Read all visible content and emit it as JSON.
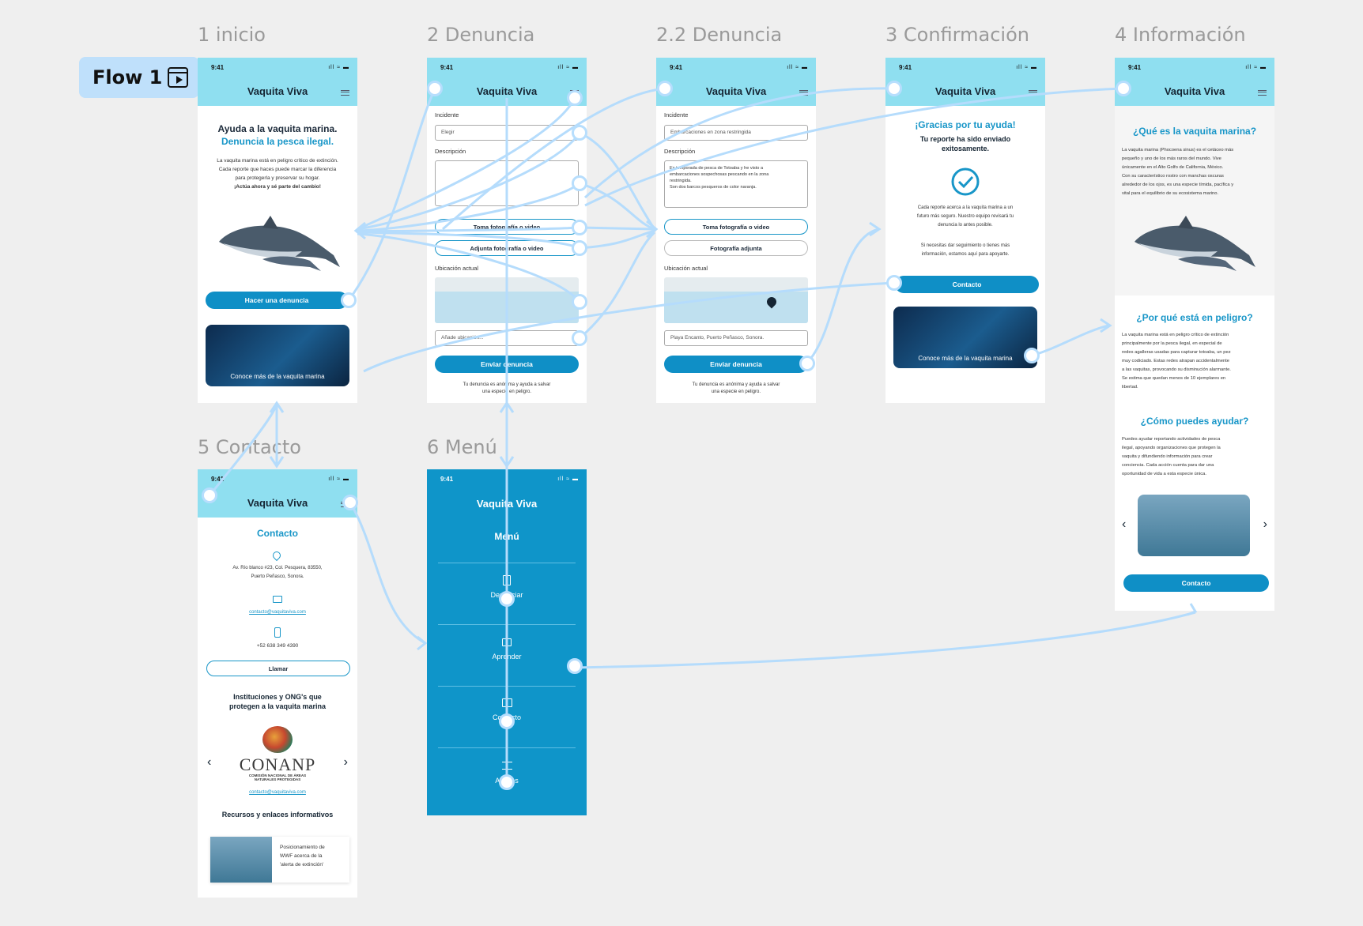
{
  "flow": {
    "label": "Flow 1",
    "icon": "play-frame-icon"
  },
  "frames": {
    "inicio": "1 inicio",
    "denuncia": "2 Denuncia",
    "denuncia2": "2.2 Denuncia",
    "confirmacion": "3 Confirmación",
    "informacion": "4 Información",
    "contacto": "5 Contacto",
    "menu": "6 Menú"
  },
  "app": {
    "time": "9:41",
    "signal": "ıll ≈ ▬",
    "title": "Vaquita Viva"
  },
  "inicio": {
    "heading1": "Ayuda a la vaquita marina.",
    "heading2": "Denuncia la pesca ilegal.",
    "body1": "La vaquita marina está en peligro crítico de extinción.",
    "body2": "Cada reporte que haces puede marcar la diferencia",
    "body3": "para protegerla y preservar su hogar.",
    "body4": "¡Actúa ahora y sé parte del cambio!",
    "cta": "Hacer una denuncia",
    "card": "Conoce más de la vaquita marina"
  },
  "denuncia": {
    "incidente": "Incidente",
    "select": "Elegir",
    "descripcion": "Descripción",
    "photo_btn": "Toma fotografía o video",
    "attach_btn": "Adjunta fotografía o video",
    "ubicacion": "Ubicación actual",
    "address_placeholder": "Añade ubicación...",
    "submit": "Enviar denuncia",
    "footer1": "Tu denuncia es anónima y ayuda a salvar",
    "footer2": "una especie en peligro."
  },
  "denuncia2": {
    "select": "Embarcaciones en zona restringida",
    "desc1": "Es temporada de pesca de Totoaba y he visto a",
    "desc2": "embarcaciones sospechosas pescando en la zona",
    "desc3": "restringida.",
    "desc4": "Son dos barcos pesqueros de color naranja.",
    "attached": "Fotografía adjunta",
    "address": "Playa Encanto, Puerto Peñasco, Sonora."
  },
  "confirmacion": {
    "title": "¡Gracias por tu ayuda!",
    "sub1": "Tu reporte ha sido enviado",
    "sub2": "exitosamente.",
    "b1": "Cada reporte acerca a la vaquita marina a un",
    "b2": "futuro más seguro. Nuestro equipo revisará tu",
    "b3": "denuncia lo antes posible.",
    "b4": "Si necesitas dar seguimiento o tienes más",
    "b5": "información, estamos aquí para apoyarte.",
    "cta": "Contacto",
    "card": "Conoce más de la vaquita marina"
  },
  "informacion": {
    "q1": "¿Qué es la vaquita marina?",
    "a1": [
      "La vaquita marina (Phocoena sinus) es el cetáceo más",
      "pequeño y uno de los más raros del mundo. Vive",
      "únicamente en el Alto Golfo de California, México.",
      "Con su característico rostro con manchas oscuras",
      "alrededor de los ojos, es una especie tímida, pacífica y",
      "vital para el equilibrio de su ecosistema marino."
    ],
    "q2": "¿Por qué está en peligro?",
    "a2": [
      "La vaquita marina está en peligro crítico de extinción",
      "principalmente por la pesca ilegal, en especial de",
      "redes agalleras usadas para capturar totoaba, un pez",
      "muy codiciado. Estas redes atrapan accidentalmente",
      "a las vaquitas, provocando su disminución alarmante.",
      "Se estima que quedan menos de 10 ejemplares en",
      "libertad."
    ],
    "q3": "¿Cómo puedes ayudar?",
    "a3": [
      "Puedes ayudar reportando actividades de pesca",
      "ilegal, apoyando organizaciones que protegen la",
      "vaquita y difundiendo información para crear",
      "conciencia. Cada acción cuenta para dar una",
      "oportunidad de vida a esta especie única."
    ],
    "cta": "Contacto"
  },
  "contacto": {
    "title": "Contacto",
    "address1": "Av. Río blanco #23, Col. Pesquera, 83550,",
    "address2": "Puerto Peñasco, Sonora.",
    "email": "contacto@vaquitaviva.com",
    "phone": "+52 638 349 4390",
    "call": "Llamar",
    "ong1": "Instituciones y ONG's que",
    "ong2": "protegen a la vaquita marina",
    "conanp": "CONANP",
    "conanp_sub1": "COMISIÓN NACIONAL DE ÁREAS",
    "conanp_sub2": "NATURALES PROTEGIDAS",
    "ong_email": "contacto@vaquitaviva.com",
    "recursos": "Recursos y enlaces informativos",
    "res1": "Posicionamiento de",
    "res2": "WWF acerca de la",
    "res3": "'alerta de extinción'"
  },
  "menu": {
    "title": "Menú",
    "items": [
      "Denunciar",
      "Aprender",
      "Contacto",
      "Ajustes"
    ]
  }
}
